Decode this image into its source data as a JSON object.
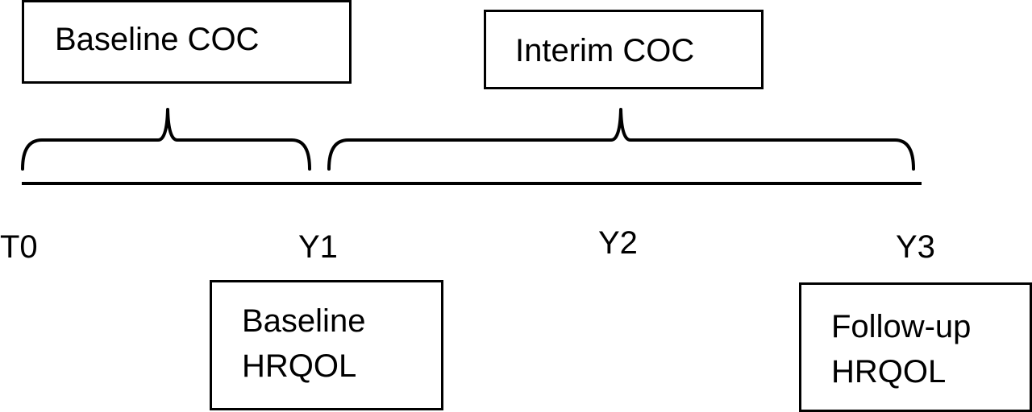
{
  "top_boxes": {
    "baseline_coc": "Baseline COC",
    "interim_coc": "Interim COC"
  },
  "timeline": {
    "ticks": [
      "T0",
      "Y1",
      "Y2",
      "Y3"
    ]
  },
  "bottom_boxes": {
    "baseline_hrqol": [
      "Baseline",
      "HRQOL"
    ],
    "followup_hrqol": [
      "Follow-up",
      "HRQOL"
    ]
  }
}
